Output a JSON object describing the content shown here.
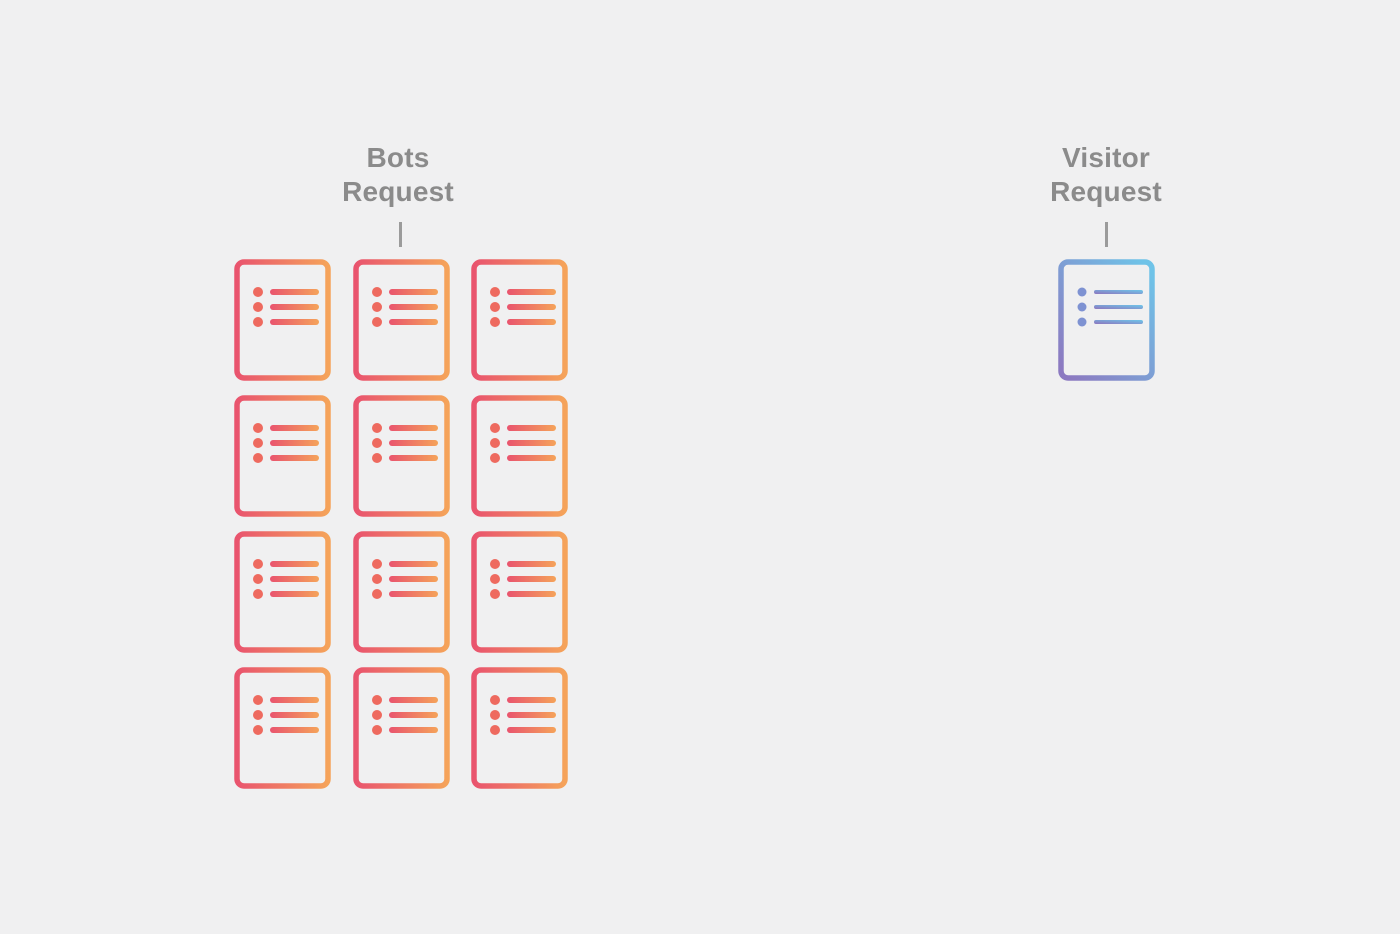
{
  "background_color": "#f0f0f1",
  "label_color": "#8b8b8b",
  "tick_color": "#9b9b9b",
  "bots": {
    "label_line1": "Bots",
    "label_line2": "Request",
    "document_count": 12,
    "grid_columns": 3,
    "icon": "document-list-icon",
    "gradient_start": "#e9546e",
    "gradient_end": "#f5a35a",
    "bullet_color": "#ee6a5f"
  },
  "visitor": {
    "label_line1": "Visitor",
    "label_line2": "Request",
    "document_count": 1,
    "icon": "document-list-icon",
    "gradient_start": "#8c7ac1",
    "gradient_end": "#6fc3e8",
    "bullet_color": "#7e92d2"
  }
}
